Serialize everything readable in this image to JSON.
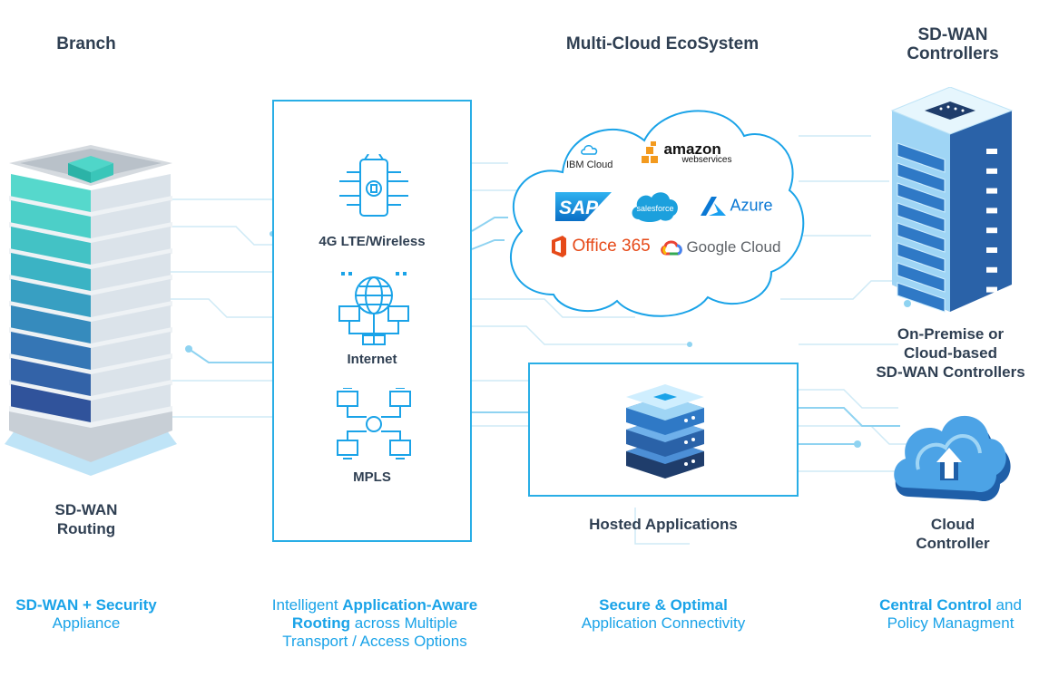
{
  "branch": {
    "title": "Branch",
    "device_label_line1": "SD-WAN",
    "device_label_line2": "Routing"
  },
  "transport": {
    "items": [
      {
        "label": "4G LTE/Wireless",
        "icon": "smartphone-icon"
      },
      {
        "label": "Internet",
        "icon": "globe-network-icon"
      },
      {
        "label": "MPLS",
        "icon": "mpls-network-icon"
      }
    ]
  },
  "cloud": {
    "title": "Multi-Cloud EcoSystem",
    "logos": {
      "ibm": "IBM Cloud",
      "amazon_main": "amazon",
      "amazon_sub": "webservices",
      "sap": "SAP",
      "salesforce": "salesforce",
      "azure": "Azure",
      "office": "Office 365",
      "google": "Google Cloud"
    }
  },
  "hosted": {
    "label": "Hosted Applications"
  },
  "controllers": {
    "title_line1": "SD-WAN",
    "title_line2": "Controllers",
    "desc_line1": "On-Premise or",
    "desc_line2": "Cloud-based",
    "desc_line3": "SD-WAN Controllers",
    "cloud_line1": "Cloud",
    "cloud_line2": "Controller"
  },
  "footer": {
    "col1": {
      "bold1": "SD-WAN + Security",
      "line2": "Appliance"
    },
    "col2": {
      "pre": "Intelligent ",
      "bold1": "Application-Aware",
      "bold2": "Rooting",
      "post2": " across Multiple",
      "line3": "Transport / Access Options"
    },
    "col3": {
      "bold1": "Secure & Optimal",
      "line2": "Application Connectivity"
    },
    "col4": {
      "bold1": "Central Control",
      "post1": " and",
      "line2": "Policy Managment"
    }
  },
  "colors": {
    "accent": "#29aee6",
    "heading": "#2f3f52",
    "teal": "#4fd6c9",
    "navy": "#1f3d6b"
  }
}
